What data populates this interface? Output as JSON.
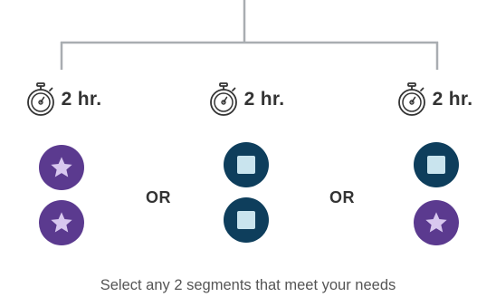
{
  "colors": {
    "connector": "#a9adb1",
    "star_badge": "#5b3a8f",
    "star_glyph": "#d8c8ef",
    "square_badge": "#0e3e5c",
    "square_glyph": "#c9e4ee",
    "text": "#333333"
  },
  "options": [
    {
      "duration": "2 hr.",
      "segments": [
        "star",
        "star"
      ]
    },
    {
      "duration": "2 hr.",
      "segments": [
        "square",
        "square"
      ]
    },
    {
      "duration": "2 hr.",
      "segments": [
        "square",
        "star"
      ]
    }
  ],
  "separators": [
    "OR",
    "OR"
  ],
  "icons": {
    "timer": "stopwatch-icon",
    "star": "star-icon",
    "square": "square-icon"
  },
  "caption": "Select any 2 segments that meet your needs"
}
